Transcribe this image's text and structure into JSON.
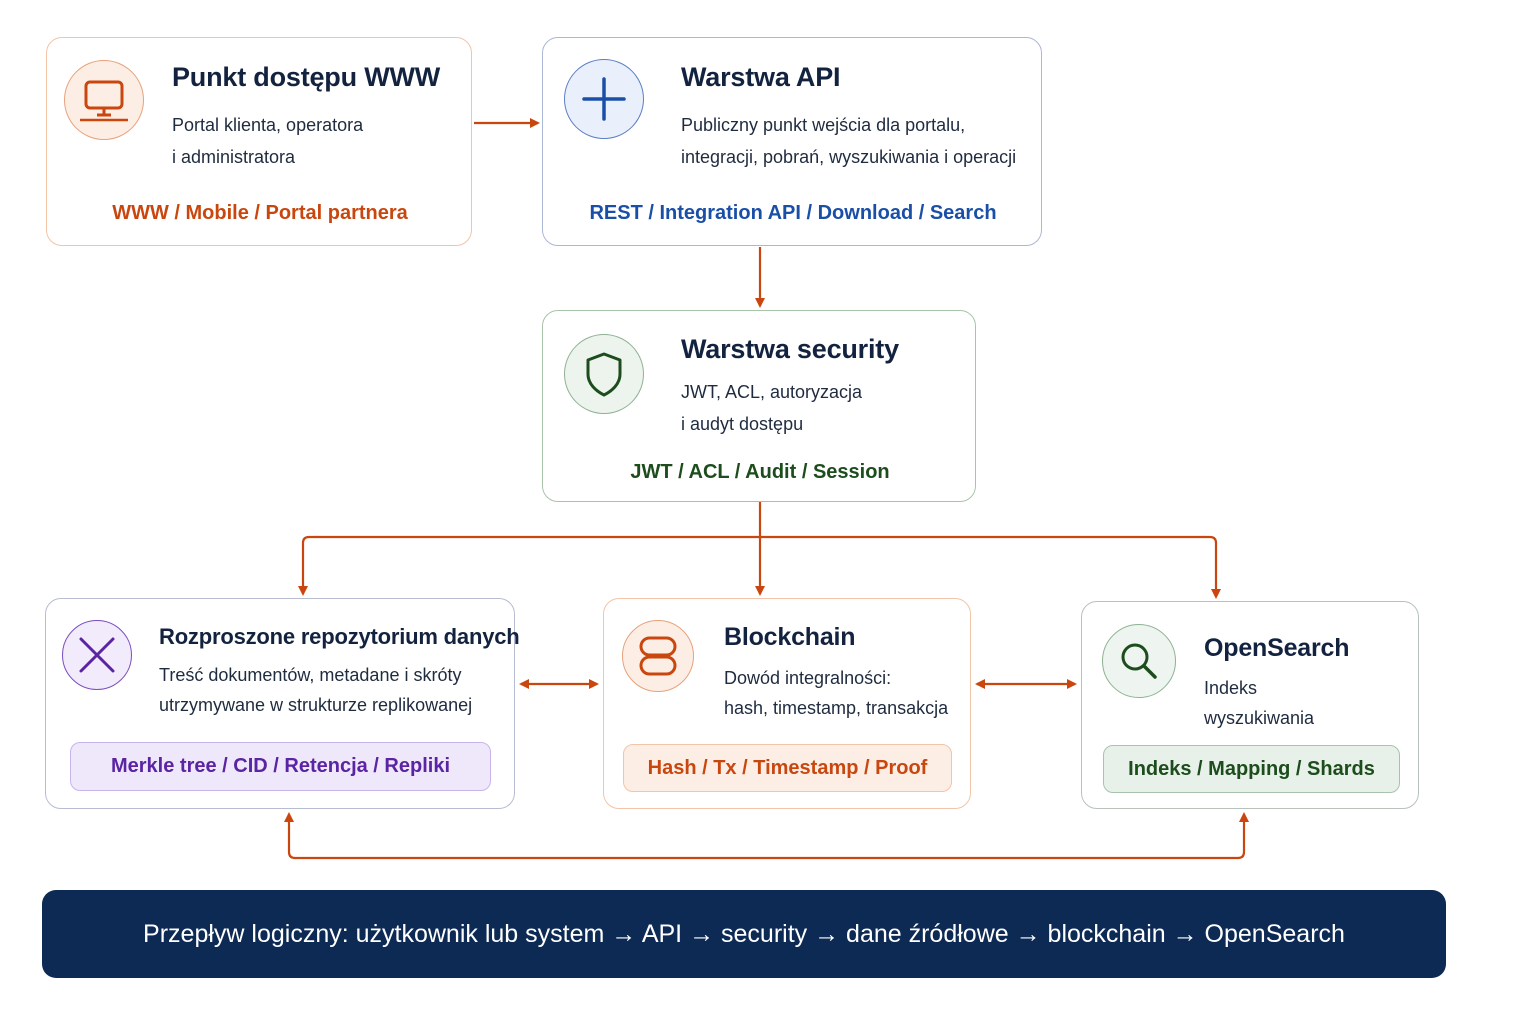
{
  "colors": {
    "arrow": "#c9470f",
    "orange": "#c9470f",
    "blue": "#1a4fa8",
    "green": "#1d4d1d",
    "purple": "#5a24a3",
    "footer_bg": "#0d2a55"
  },
  "nodes": {
    "www": {
      "icon": "monitor-icon",
      "title": "Punkt dostępu WWW",
      "desc_line1": "Portal klienta, operatora",
      "desc_line2": "i administratora",
      "tags": "WWW / Mobile / Portal partnera"
    },
    "api": {
      "icon": "plus-icon",
      "title": "Warstwa API",
      "desc_line1": "Publiczny punkt wejścia dla portalu,",
      "desc_line2": "integracji, pobrań, wyszukiwania i operacji",
      "tags": "REST / Integration API / Download / Search"
    },
    "security": {
      "icon": "shield-icon",
      "title": "Warstwa security",
      "desc_line1": "JWT, ACL, autoryzacja",
      "desc_line2": "i audyt dostępu",
      "tags": "JWT / ACL / Audit / Session"
    },
    "repo": {
      "icon": "close-x-icon",
      "title": "Rozproszone repozytorium danych",
      "desc_line1": "Treść dokumentów, metadane i skróty",
      "desc_line2": "utrzymywane w strukturze replikowanej",
      "tags": "Merkle tree / CID / Retencja / Repliki"
    },
    "blockchain": {
      "icon": "chain-link-icon",
      "title": "Blockchain",
      "desc_line1": "Dowód integralności:",
      "desc_line2": "hash, timestamp, transakcja",
      "tags": "Hash / Tx / Timestamp / Proof"
    },
    "opensearch": {
      "icon": "search-icon",
      "title": "OpenSearch",
      "desc_line1": "Indeks",
      "desc_line2": "wyszukiwania",
      "tags": "Indeks / Mapping / Shards"
    }
  },
  "edges": [
    {
      "from": "www",
      "to": "api",
      "direction": "forward"
    },
    {
      "from": "api",
      "to": "security",
      "direction": "forward"
    },
    {
      "from": "security",
      "to": "repo",
      "direction": "forward"
    },
    {
      "from": "security",
      "to": "blockchain",
      "direction": "forward"
    },
    {
      "from": "security",
      "to": "opensearch",
      "direction": "forward"
    },
    {
      "from": "repo",
      "to": "blockchain",
      "direction": "both"
    },
    {
      "from": "blockchain",
      "to": "opensearch",
      "direction": "both"
    },
    {
      "from": "repo",
      "to": "opensearch",
      "direction": "both"
    }
  ],
  "footer": {
    "text": "Przepływ logiczny: użytkownik lub system → API → security → dane źródłowe → blockchain → OpenSearch"
  }
}
